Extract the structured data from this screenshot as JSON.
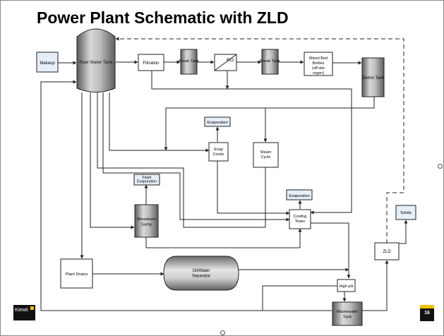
{
  "title": "Power Plant Schematic with ZLD",
  "page_number": "16",
  "logo_text": "Kiewit",
  "colors": {
    "tank_dark": "#6e6e6e",
    "tank_light": "#e6e6e6",
    "line": "#222222",
    "box_fill": "#ffffff",
    "blue_box": "#e8f0f8",
    "accent": "#f2c200"
  },
  "nodes": {
    "makeup": "Makeup",
    "raw_water_tank": "Raw Water Tank",
    "filtration": "Filtration",
    "break_tank_1": "Break Tank",
    "ro": "RO",
    "break_tank_2": "Break Tank",
    "mixed_bed_bottles": "Mixed Bed Bottles (off site regen)",
    "demin_tank": "Demin Tank",
    "evaporation_top": "Evaporation",
    "evap_cooler": "Evap Cooler",
    "steam_cycle": "Steam Cycle",
    "flash_evaporation": "Flash Evaporation",
    "blowdown_sump": "Blowdown Sump",
    "evaporation_right": "Evaporation",
    "cooling_tower": "Cooling Tower",
    "solids": "Solids",
    "zld": "ZLD",
    "plant_drains": "Plant Drains",
    "oil_water_separator": "Oil/Water Separator",
    "high_ph": "High pH",
    "wastewater_tank": "Wastewater Tank"
  }
}
